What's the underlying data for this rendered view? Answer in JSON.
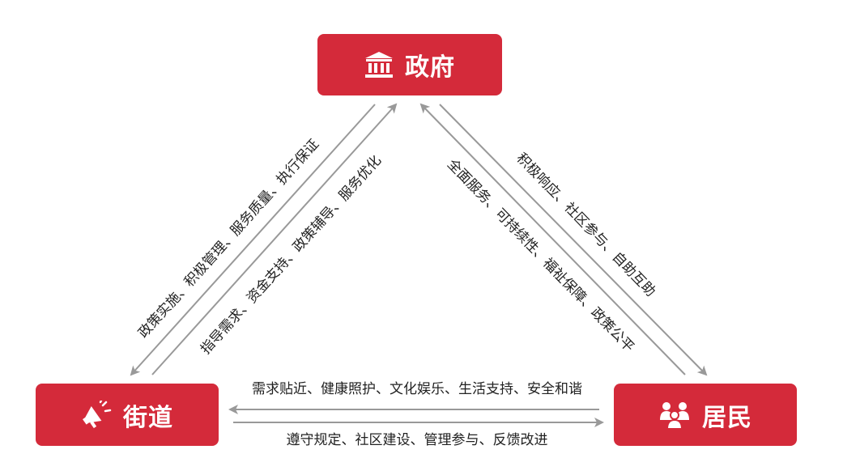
{
  "nodes": {
    "government": {
      "label": "政府",
      "icon": "government-building-icon"
    },
    "street": {
      "label": "街道",
      "icon": "megaphone-icon"
    },
    "residents": {
      "label": "居民",
      "icon": "people-group-icon"
    }
  },
  "edges": {
    "gov_to_street": "政策实施、积极管理、服务质量、执行保证",
    "street_to_gov": "指导需求、资金支持、政策辅导、服务优化",
    "res_to_gov": "全面服务、可持续性、福祉保障、政策公平",
    "gov_to_res": "积极响应、社区参与、自助互助",
    "res_to_street": "需求贴近、健康照护、文化娱乐、生活支持、安全和谐",
    "street_to_res": "遵守规定、社区建设、管理参与、反馈改进"
  },
  "colors": {
    "node_fill": "#d42a3a",
    "arrow": "#999999",
    "text": "#222222"
  }
}
